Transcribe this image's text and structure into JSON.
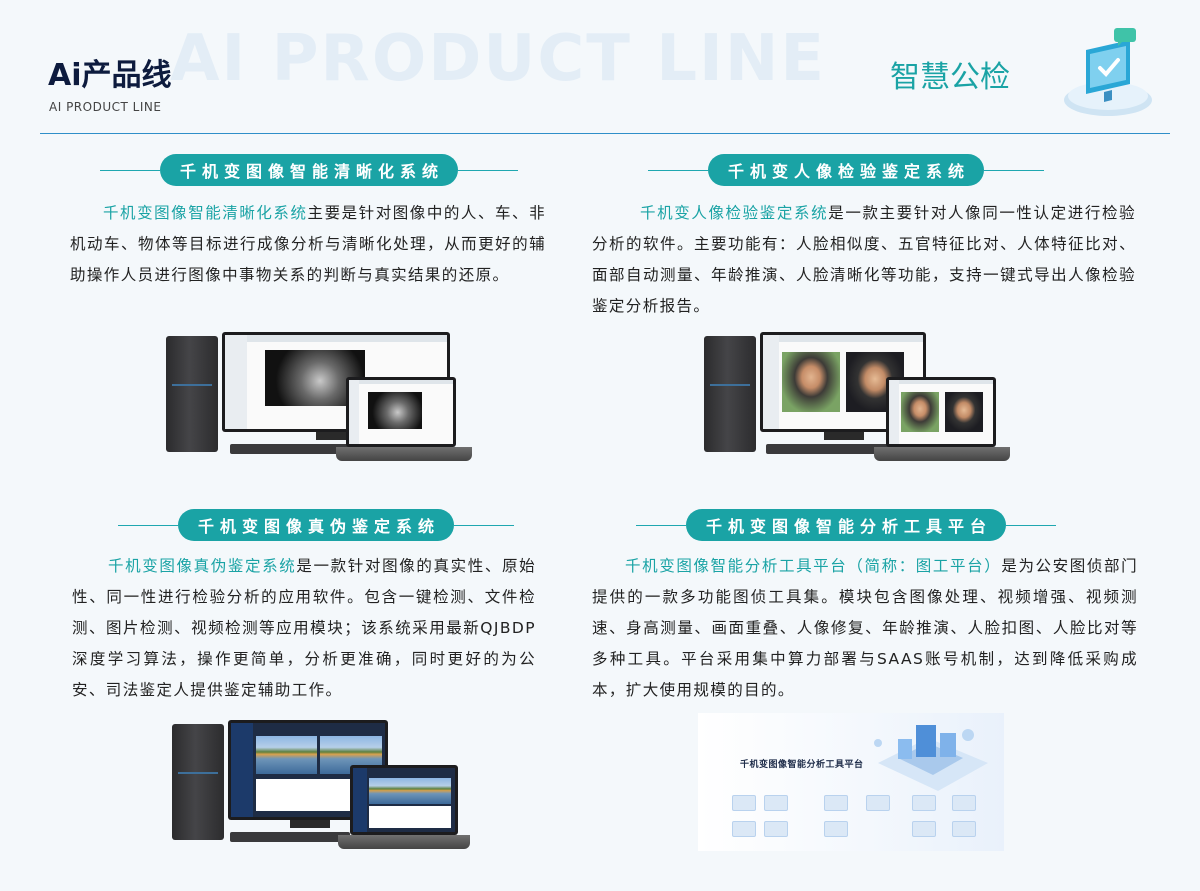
{
  "header": {
    "watermark": "AI PRODUCT LINE",
    "title_cn": "Ai产品线",
    "title_en": "AI PRODUCT LINE",
    "tag": "智慧公检"
  },
  "sections": [
    {
      "heading": "千机变图像智能清晰化系统",
      "highlight": "千机变图像智能清晰化系统",
      "body": "主要是针对图像中的人、车、非机动车、物体等目标进行成像分析与清晰化处理，从而更好的辅助操作人员进行图像中事物关系的判断与真实结果的还原。"
    },
    {
      "heading": "千机变人像检验鉴定系统",
      "highlight": "千机变人像检验鉴定系统",
      "body": "是一款主要针对人像同一性认定进行检验分析的软件。主要功能有：人脸相似度、五官特征比对、人体特征比对、面部自动测量、年龄推演、人脸清晰化等功能，支持一键式导出人像检验鉴定分析报告。"
    },
    {
      "heading": "千机变图像真伪鉴定系统",
      "highlight": "千机变图像真伪鉴定系统",
      "body": "是一款针对图像的真实性、原始性、同一性进行检验分析的应用软件。包含一键检测、文件检测、图片检测、视频检测等应用模块；该系统采用最新QJBDP深度学习算法，操作更简单，分析更准确，同时更好的为公安、司法鉴定人提供鉴定辅助工作。"
    },
    {
      "heading": "千机变图像智能分析工具平台",
      "highlight": "千机变图像智能分析工具平台（简称：图工平台）",
      "body": "是为公安图侦部门提供的一款多功能图侦工具集。模块包含图像处理、视频增强、视频测速、身高测量、画面重叠、人像修复、年龄推演、人脸扣图、人脸比对等多种工具。平台采用集中算力部署与SAAS账号机制，达到降低采购成本，扩大使用规模的目的。"
    }
  ],
  "platform_image": {
    "title": "千机变图像智能分析工具平台"
  },
  "colors": {
    "accent": "#1aa3a5",
    "title": "#0d1b3e",
    "rule": "#2f8fc9"
  }
}
